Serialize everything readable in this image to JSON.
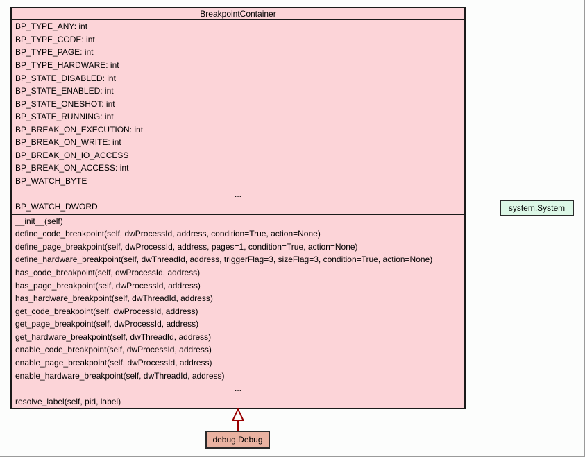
{
  "diagram": {
    "main_class": {
      "title": "BreakpointContainer",
      "fields": [
        "BP_TYPE_ANY: int",
        "BP_TYPE_CODE: int",
        "BP_TYPE_PAGE: int",
        "BP_TYPE_HARDWARE: int",
        "BP_STATE_DISABLED: int",
        "BP_STATE_ENABLED: int",
        "BP_STATE_ONESHOT: int",
        "BP_STATE_RUNNING: int",
        "BP_BREAK_ON_EXECUTION: int",
        "BP_BREAK_ON_WRITE: int",
        "BP_BREAK_ON_IO_ACCESS",
        "BP_BREAK_ON_ACCESS: int",
        "BP_WATCH_BYTE",
        "...",
        "BP_WATCH_DWORD"
      ],
      "methods": [
        "__init__(self)",
        "define_code_breakpoint(self, dwProcessId, address, condition=True, action=None)",
        "define_page_breakpoint(self, dwProcessId, address, pages=1, condition=True, action=None)",
        "define_hardware_breakpoint(self, dwThreadId, address, triggerFlag=3, sizeFlag=3, condition=True, action=None)",
        "has_code_breakpoint(self, dwProcessId, address)",
        "has_page_breakpoint(self, dwProcessId, address)",
        "has_hardware_breakpoint(self, dwThreadId, address)",
        "get_code_breakpoint(self, dwProcessId, address)",
        "get_page_breakpoint(self, dwProcessId, address)",
        "get_hardware_breakpoint(self, dwThreadId, address)",
        "enable_code_breakpoint(self, dwProcessId, address)",
        "enable_page_breakpoint(self, dwProcessId, address)",
        "enable_hardware_breakpoint(self, dwThreadId, address)",
        "...",
        "resolve_label(self, pid, label)"
      ]
    },
    "system_class": {
      "title": "system.System"
    },
    "debug_class": {
      "title": "debug.Debug"
    },
    "relationships": [
      {
        "from": "debug.Debug",
        "to": "BreakpointContainer",
        "type": "inheritance"
      }
    ],
    "colors": {
      "main_class_fill": "#fcd4d8",
      "debug_class_fill": "#e9b2a1",
      "system_class_fill": "#dcf7e6",
      "box_border": "#1a1a1a",
      "arrow": "#990000",
      "canvas_background": "#fcfdfc",
      "canvas_edge": "#9a9a9a"
    }
  }
}
